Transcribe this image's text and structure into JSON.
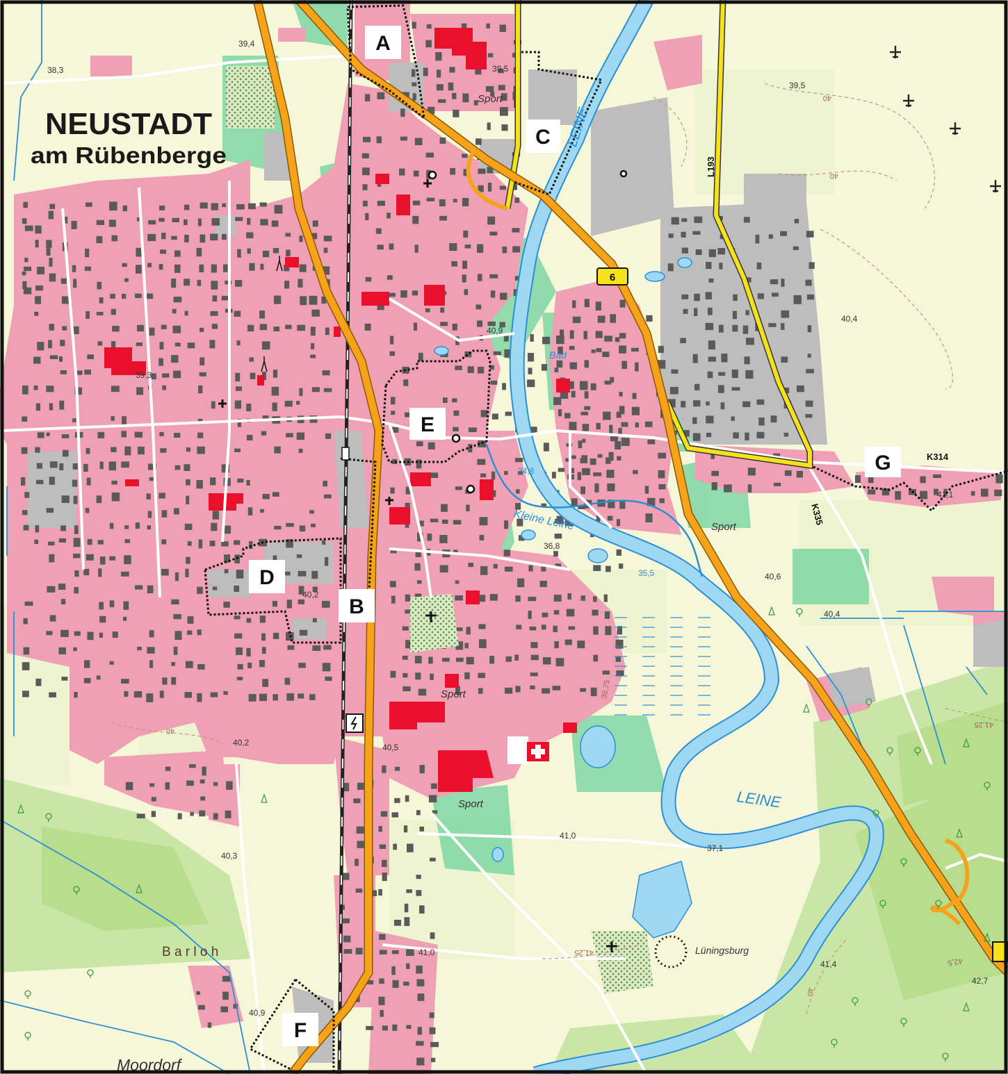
{
  "town": {
    "name": "NEUSTADT",
    "subtitle": "am Rübenberge"
  },
  "markers": {
    "A": "A",
    "B": "B",
    "C": "C",
    "D": "D",
    "E": "E",
    "F": "F",
    "G": "G"
  },
  "roads": {
    "b6": "6",
    "l193": "L193",
    "k314": "K314",
    "k335": "K335"
  },
  "places": {
    "barloh": "B a r l o h",
    "moordorf": "Moordorf",
    "luningsburg": "Lüningsburg",
    "bad": "Bad",
    "sport": "Sport"
  },
  "rivers": {
    "leine_north": "LEINE",
    "leine_south": "LEINE",
    "kleine_leine": "Kleine Leine"
  },
  "elevations": {
    "e1": "38,3",
    "e2": "39,4",
    "e3": "39,5",
    "e4": "39,5",
    "e5": "39,3",
    "e6": "40,9",
    "e7": "40,4",
    "e8": "34,8",
    "e9": "36,8",
    "e10": "35,5",
    "e11": "40,6",
    "e12": "40,4",
    "e13": "41,1",
    "e14": "40,2",
    "e15": "40,2",
    "e16": "40,5",
    "e17": "41,0",
    "e18": "40,3",
    "e19": "41,0",
    "e20": "37,1",
    "e21": "40,9",
    "e22": "41,4",
    "e23": "42,7"
  },
  "contours": {
    "c1": "40",
    "c2": "40",
    "c3": "40",
    "c4": "40",
    "c5": "41,25",
    "c6": "41,25",
    "c7": "42,5",
    "c8": "38,75"
  },
  "colors": {
    "settlement": "#f0a0b4",
    "building": "#5a5a5a",
    "public_building": "#e8102a",
    "industry": "#bdbdbd",
    "meadow": "#f6f7d9",
    "forest": "#c9e6a6",
    "park": "#7fd6a3",
    "water": "#9fd8f2",
    "river_outline": "#2b8fd6",
    "motorway": "#f7a21b",
    "state_road": "#f6e21a"
  }
}
